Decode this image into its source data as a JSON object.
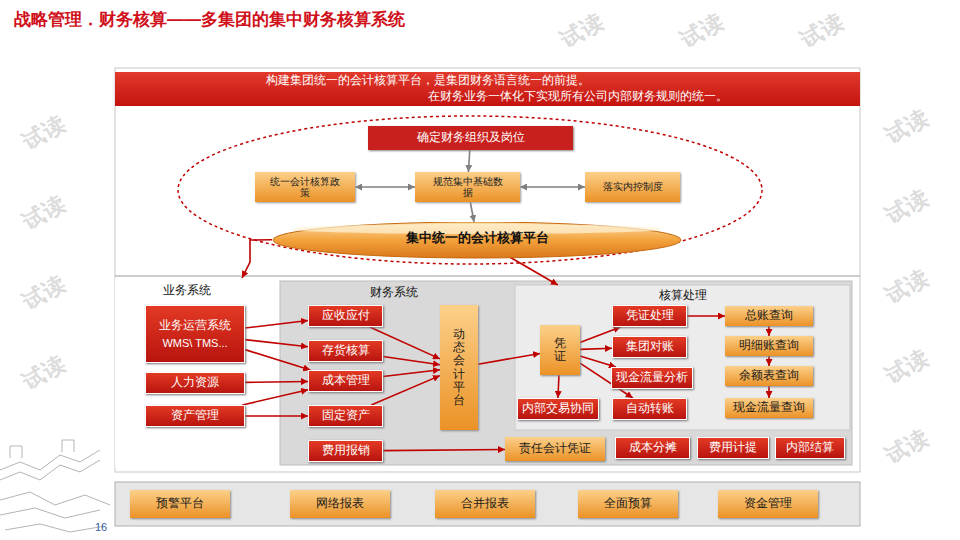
{
  "diagram": {
    "title": "战略管理．财务核算——多集团的集中财务核算系统",
    "nodes": [
      {
        "text": [
          "构建集团统一的会计核算平台，是集团财务语言统一的前提。",
          "在财务业务一体化下实现所有公司内部财务规则的统一。"
        ]
      },
      {
        "text": [
          "确定财务组织及岗位"
        ]
      },
      {
        "text": [
          "统一会计核算政策"
        ]
      },
      {
        "text": [
          "规范集中基础数据"
        ]
      },
      {
        "text": [
          "落实内控制度"
        ]
      },
      {
        "text": [
          "集中统一的会计核算平台"
        ]
      },
      {
        "text": [
          "业务系统"
        ]
      },
      {
        "text": [
          "业务运营系统",
          "WMS\\ TMS..."
        ],
        "in": 6
      },
      {
        "text": [
          "人力资源"
        ],
        "in": 6
      },
      {
        "text": [
          "资产管理"
        ],
        "in": 6
      },
      {
        "text": [
          "财务系统"
        ]
      },
      {
        "text": [
          "应收应付"
        ],
        "in": 10
      },
      {
        "text": [
          "存货核算"
        ],
        "in": 10
      },
      {
        "text": [
          "成本管理"
        ],
        "in": 10
      },
      {
        "text": [
          "固定资产"
        ],
        "in": 10
      },
      {
        "text": [
          "费用报销"
        ],
        "in": 10
      },
      {
        "text": [
          "动态会计平台"
        ],
        "in": 10
      },
      {
        "text": [
          "责任会计凭证"
        ],
        "in": 10
      },
      {
        "text": [
          "核算处理"
        ],
        "in": 10
      },
      {
        "text": [
          "凭证"
        ],
        "in": 18
      },
      {
        "text": [
          "内部交易协同"
        ],
        "in": 18
      },
      {
        "text": [
          "凭证处理"
        ],
        "in": 18
      },
      {
        "text": [
          "集团对账"
        ],
        "in": 18
      },
      {
        "text": [
          "现金流量分析"
        ],
        "in": 18
      },
      {
        "text": [
          "自动转账"
        ],
        "in": 18
      },
      {
        "text": [
          "总账查询"
        ],
        "in": 18
      },
      {
        "text": [
          "明细账查询"
        ],
        "in": 18
      },
      {
        "text": [
          "余额表查询"
        ],
        "in": 18
      },
      {
        "text": [
          "现金流量查询"
        ],
        "in": 18
      },
      {
        "text": [
          "成本分摊"
        ],
        "in": 10
      },
      {
        "text": [
          "费用计提"
        ],
        "in": 10
      },
      {
        "text": [
          "内部结算"
        ],
        "in": 10
      },
      {
        "text": [
          "预警平台"
        ]
      },
      {
        "text": [
          "网络报表"
        ]
      },
      {
        "text": [
          "合并报表"
        ]
      },
      {
        "text": [
          "全面预算"
        ]
      },
      {
        "text": [
          "资金管理"
        ]
      }
    ],
    "edges": [
      {
        "from": 1,
        "to": 3,
        "arrow": "to"
      },
      {
        "from": 3,
        "to": 2,
        "arrow": "both"
      },
      {
        "from": 3,
        "to": 4,
        "arrow": "both"
      },
      {
        "from": 3,
        "to": 5,
        "arrow": "to"
      },
      {
        "from": 5,
        "to": 6,
        "arrow": "to"
      },
      {
        "from": 5,
        "to": 18,
        "arrow": "to"
      },
      {
        "from": 7,
        "to": 11,
        "arrow": "to"
      },
      {
        "from": 7,
        "to": 12,
        "arrow": "to"
      },
      {
        "from": 7,
        "to": 13,
        "arrow": "to"
      },
      {
        "from": 8,
        "to": 13,
        "arrow": "to"
      },
      {
        "from": 9,
        "to": 13,
        "arrow": "to"
      },
      {
        "from": 9,
        "to": 14,
        "arrow": "to"
      },
      {
        "from": 11,
        "to": 16,
        "arrow": "to"
      },
      {
        "from": 12,
        "to": 16,
        "arrow": "to"
      },
      {
        "from": 13,
        "to": 16,
        "arrow": "to"
      },
      {
        "from": 14,
        "to": 16,
        "arrow": "to"
      },
      {
        "from": 15,
        "to": 17,
        "arrow": "to"
      },
      {
        "from": 16,
        "to": 19,
        "arrow": "to"
      },
      {
        "from": 19,
        "to": 21,
        "arrow": "to"
      },
      {
        "from": 19,
        "to": 22,
        "arrow": "to"
      },
      {
        "from": 19,
        "to": 23,
        "arrow": "to"
      },
      {
        "from": 19,
        "to": 24,
        "arrow": "to"
      },
      {
        "from": 19,
        "to": 20,
        "arrow": "to"
      },
      {
        "from": 21,
        "to": 25,
        "arrow": "to"
      },
      {
        "from": 25,
        "to": 26,
        "arrow": "to"
      },
      {
        "from": 26,
        "to": 27,
        "arrow": "to"
      },
      {
        "from": 27,
        "to": 28,
        "arrow": "to"
      }
    ],
    "labels": [
      "16",
      "试读",
      "试读",
      "试读",
      "试读",
      "试读",
      "试读",
      "试读",
      "试读",
      "试读",
      "试读",
      "试读",
      "试读"
    ]
  }
}
